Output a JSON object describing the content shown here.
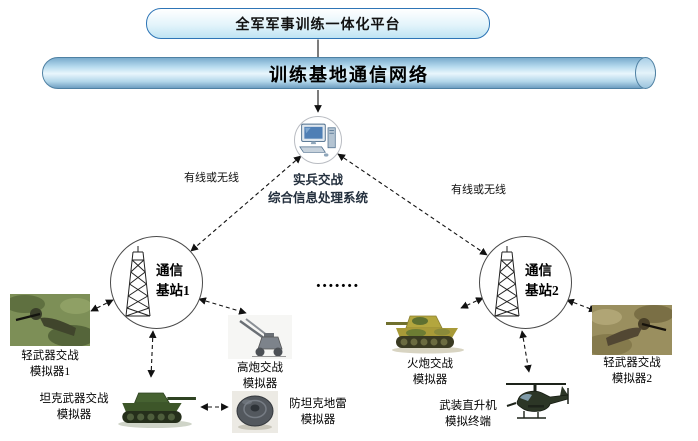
{
  "platform": {
    "title": "全军军事训练一体化平台"
  },
  "network": {
    "title": "训练基地通信网络"
  },
  "processing_system": {
    "label": "实兵交战\n综合信息处理系统"
  },
  "links": {
    "left_label": "有线或无线",
    "right_label": "有线或无线"
  },
  "base_stations": {
    "bs1_label": "通信\n基站1",
    "bs2_label": "通信\n基站2"
  },
  "ellipsis": ".......",
  "simulators": {
    "light_weapon_1": {
      "label": "轻武器交战\n模拟器1"
    },
    "aa_gun": {
      "label": "高炮交战\n模拟器"
    },
    "tank_weapon": {
      "label": "坦克武器交战\n模拟器"
    },
    "anti_tank_mine": {
      "label": "防坦克地雷\n模拟器"
    },
    "artillery": {
      "label": "火炮交战\n模拟器"
    },
    "helicopter": {
      "label": "武装直升机\n模拟终端"
    },
    "light_weapon_2": {
      "label": "轻武器交战\n模拟器2"
    }
  },
  "colors": {
    "platform_border": "#2e75b6",
    "platform_fill": "#dff2fb",
    "cylinder_fill": "#b3d7ea",
    "cylinder_border": "#4f81a3",
    "line_color": "#111111"
  }
}
